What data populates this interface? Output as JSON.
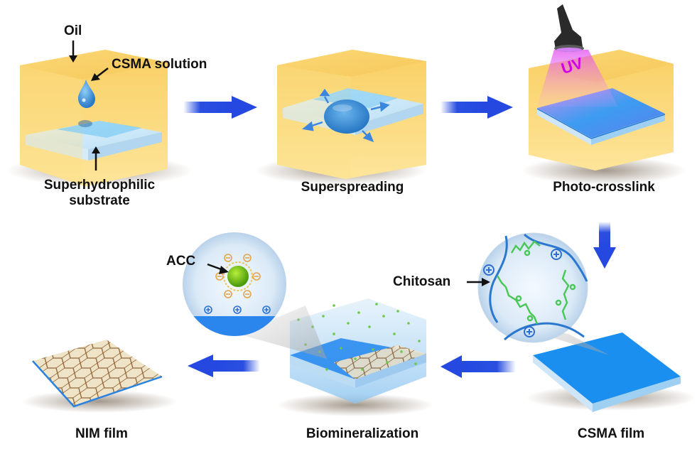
{
  "diagram": {
    "title": "CSMA superspreading and biomineralization process to NIM film",
    "steps": [
      {
        "id": "step-1",
        "label_line1": "Superhydrophilic",
        "label_line2": "substrate"
      },
      {
        "id": "step-2",
        "label": "Superspreading"
      },
      {
        "id": "step-3",
        "label": "Photo-crosslink"
      },
      {
        "id": "step-4",
        "label": "CSMA film"
      },
      {
        "id": "step-5",
        "label": "Biomineralization"
      },
      {
        "id": "step-6",
        "label": "NIM film"
      }
    ],
    "annotations": {
      "oil": "Oil",
      "csma_solution": "CSMA solution",
      "uv": "UV",
      "chitosan": "Chitosan",
      "acc": "ACC"
    },
    "colors": {
      "oil": "#f9d572",
      "substrate": "#cfe8f8",
      "film": "#1a8ff0",
      "arrow": "#2a4fe0",
      "uv_text": "#d000e0",
      "molecule": "#4cc75a",
      "acc_particle": "#7cc61a",
      "negative_charge": "#e3a44a",
      "positive_charge": "#2a6fd0",
      "nim_film": "#efe4c8"
    }
  }
}
